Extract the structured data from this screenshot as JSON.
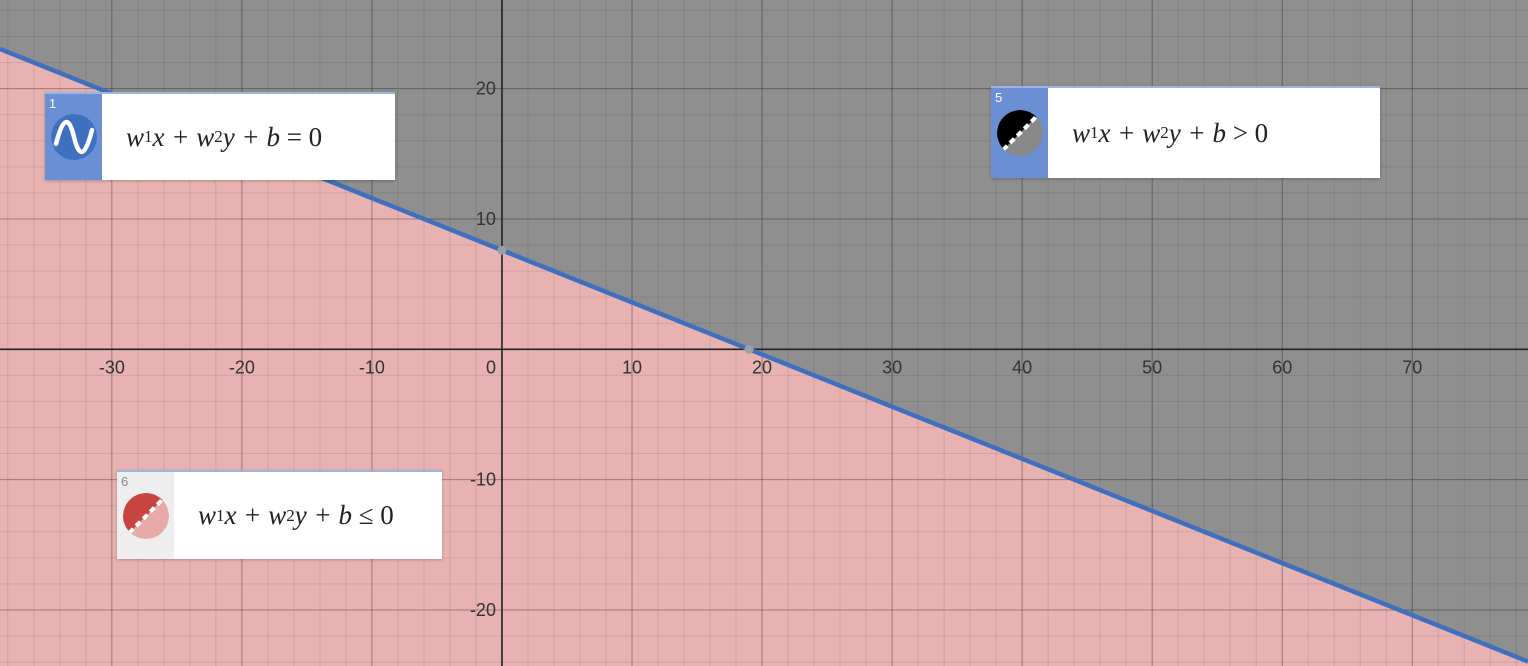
{
  "chart_data": {
    "type": "line",
    "title": "",
    "xlabel": "",
    "ylabel": "",
    "xlim": [
      -38.6,
      78.9
    ],
    "ylim": [
      -24.3,
      26.8
    ],
    "grid": true,
    "x_ticks": [
      "-30",
      "-20",
      "-10",
      "0",
      "10",
      "20",
      "30",
      "40",
      "50",
      "60",
      "70"
    ],
    "y_ticks": [
      "20",
      "10",
      "-10",
      "-20"
    ],
    "x_tick_values": [
      -30,
      -20,
      -10,
      0,
      10,
      20,
      30,
      40,
      50,
      60,
      70
    ],
    "y_tick_values": [
      20,
      10,
      -10,
      -20
    ],
    "line": {
      "slope": -0.4,
      "intercept": 7.6,
      "color": "#3f6fbf"
    },
    "regions": [
      {
        "label": "above line",
        "fill": "#8f8f8f"
      },
      {
        "label": "below line",
        "fill": "#e8b2b2"
      }
    ]
  },
  "expressions": [
    {
      "number": "1",
      "latex": "w1x + w2y + b = 0",
      "icon": "sine-wave-icon",
      "tab_color": "#6b8fd4",
      "number_color": "#ffffff"
    },
    {
      "number": "5",
      "latex": "w1x + w2y + b > 0",
      "icon": "shaded-region-black-icon",
      "tab_color": "#6b8fd4",
      "number_color": "#ffffff"
    },
    {
      "number": "6",
      "latex": "w1x + w2y + b ≤ 0",
      "icon": "shaded-region-red-icon",
      "tab_color": "#eeeeee",
      "number_color": "#888888"
    }
  ]
}
